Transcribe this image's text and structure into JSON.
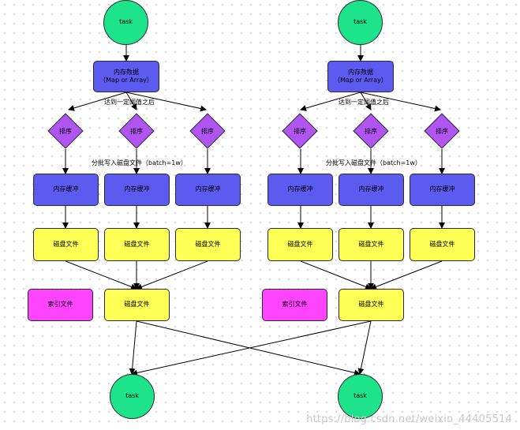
{
  "labels": {
    "task": "task",
    "memory_data_line1": "内存数据",
    "memory_data_line2": "（Map or Array）",
    "threshold": "达到一定阈值之后",
    "sort": "排序",
    "batch_write": "分批写入磁盘文件（batch=1w）",
    "memory_buffer": "内存缓冲",
    "disk_file": "磁盘文件",
    "index_file": "索引文件"
  },
  "colors": {
    "task": "#1de38a",
    "memory": "#5b5bf0",
    "sort": "#b155f2",
    "disk": "#ffff55",
    "index": "#ff44ff"
  },
  "watermark": "https://blog.csdn.net/weixin_44405514"
}
